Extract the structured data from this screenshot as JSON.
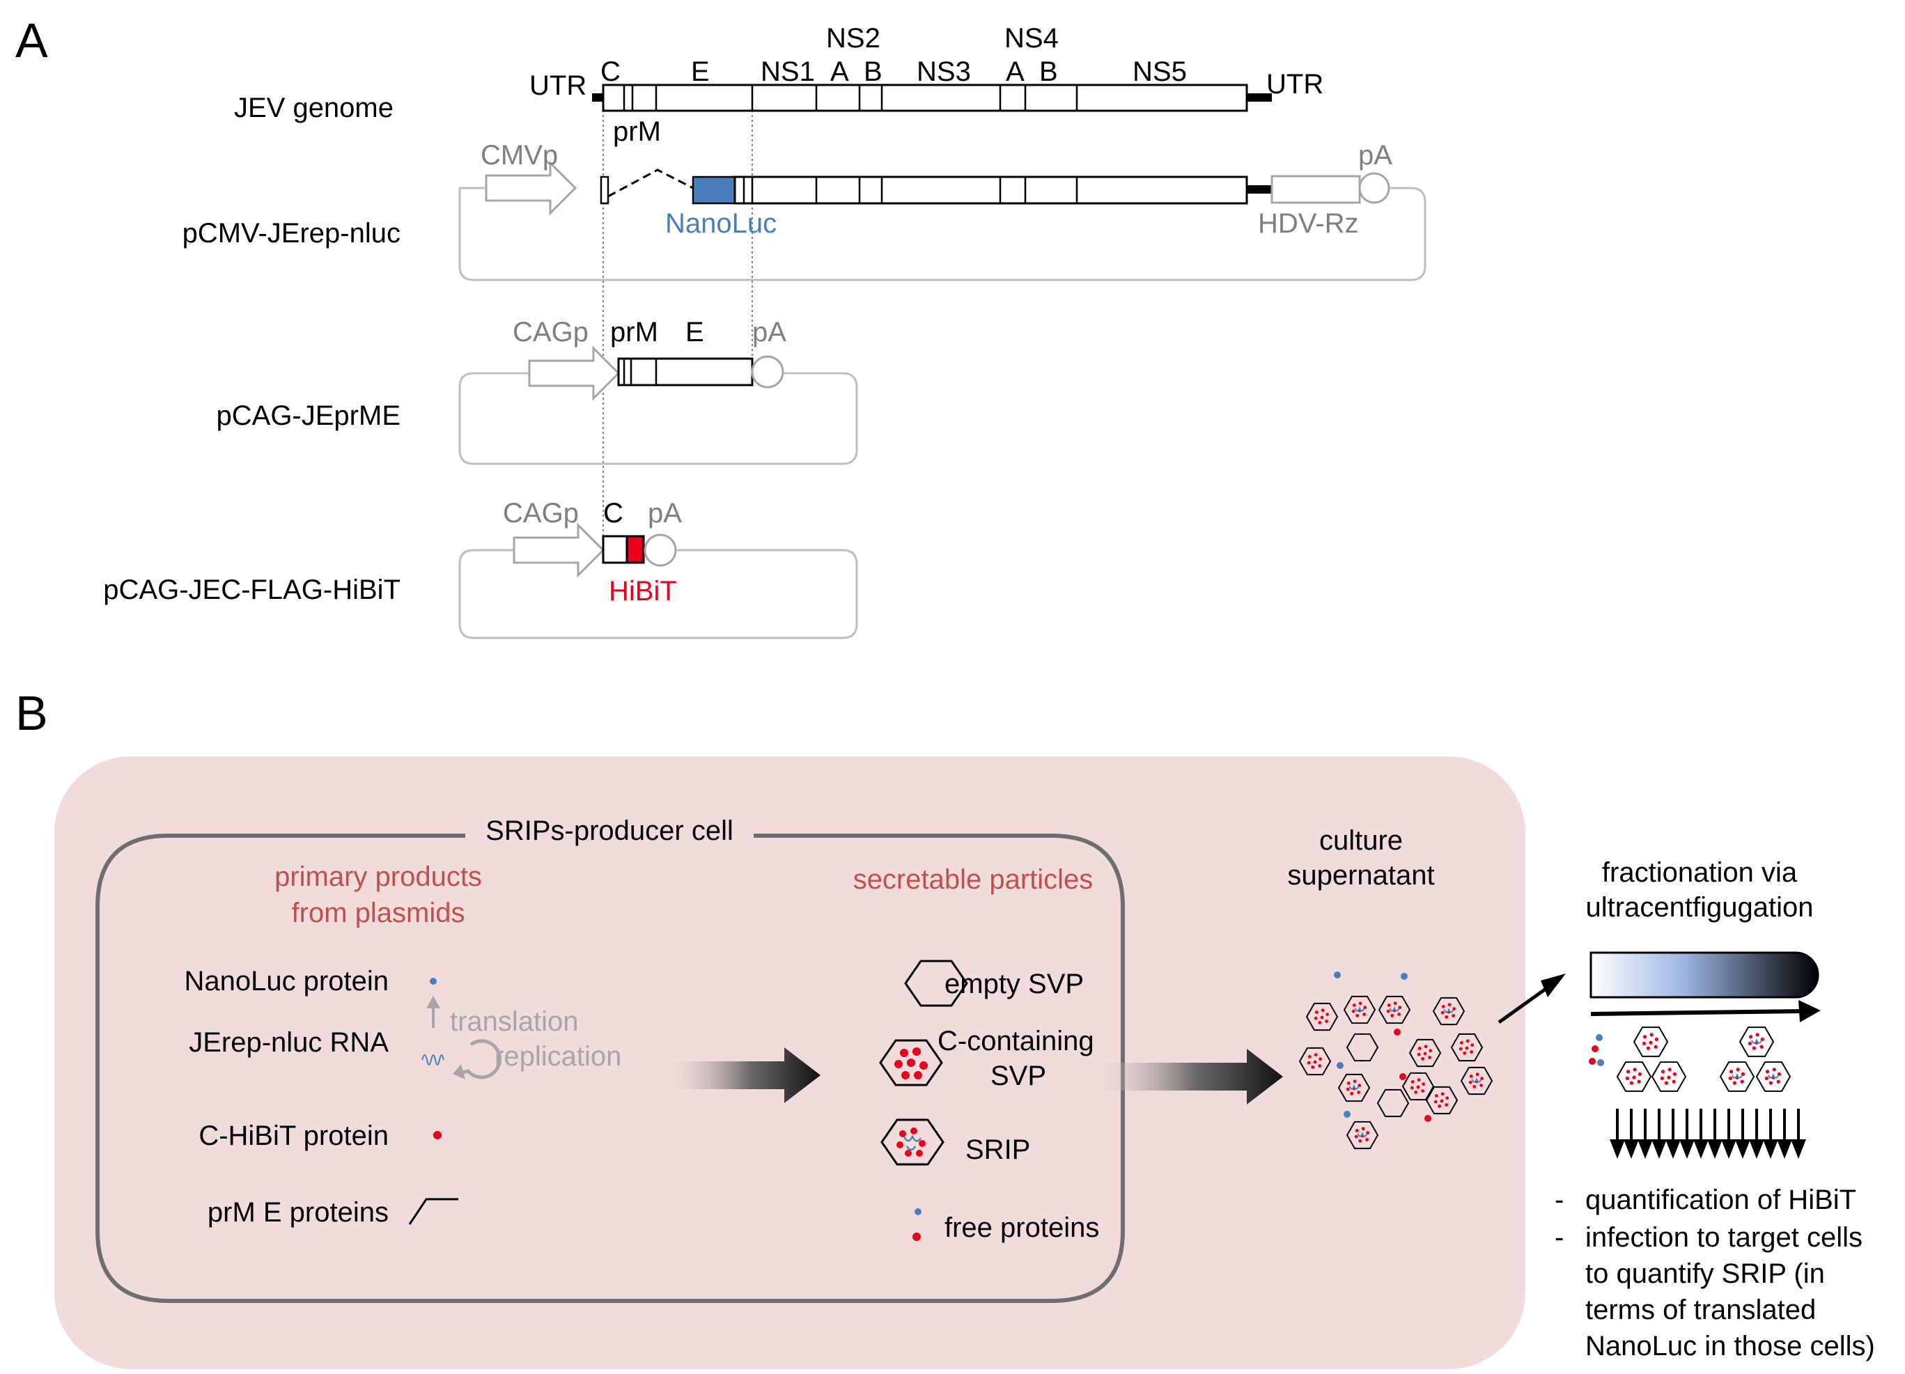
{
  "panel_a": {
    "letter": "A",
    "constructs": {
      "jev_genome": "JEV genome",
      "pcmv": "pCMV-JErep-nluc",
      "pcag_prme": "pCAG-JEprME",
      "pcag_c": "pCAG-JEC-FLAG-HiBiT"
    },
    "genome": {
      "utr5": "UTR",
      "utr3": "UTR",
      "c": "C",
      "prm": "prM",
      "e": "E",
      "ns1": "NS1",
      "ns2_top": "NS2",
      "ns2a": "A",
      "ns2b": "B",
      "ns3": "NS3",
      "ns4_top": "NS4",
      "ns4a": "A",
      "ns4b": "B",
      "ns5": "NS5"
    },
    "pcmv": {
      "promoter": "CMVp",
      "pa": "pA",
      "reporter": "NanoLuc",
      "ribozyme": "HDV-Rz"
    },
    "pcag_prme": {
      "promoter": "CAGp",
      "prm": "prM",
      "e": "E",
      "pa": "pA"
    },
    "pcag_c": {
      "promoter": "CAGp",
      "c": "C",
      "pa": "pA",
      "tag": "HiBiT"
    }
  },
  "panel_b": {
    "letter": "B",
    "cell_title": "SRIPs-producer cell",
    "primary_heading": [
      "primary products",
      "from plasmids"
    ],
    "secretable_heading": "secretable particles",
    "items": {
      "nanoluc_protein": "NanoLuc protein",
      "rna": "JErep-nluc RNA",
      "translation": "translation",
      "replication": "replication",
      "c_hibit": "C-HiBiT protein",
      "prm_e": "prM E proteins"
    },
    "particles": {
      "empty_svp": "empty SVP",
      "c_svp": [
        "C-containing",
        "SVP"
      ],
      "srip": "SRIP",
      "free": "free proteins"
    },
    "supernatant": [
      "culture",
      "supernatant"
    ],
    "fractionation": [
      "fractionation via",
      "ultracentfigugation"
    ],
    "bullets": [
      [
        "quantification of HiBiT"
      ],
      [
        "infection to target cells",
        "to quantify SRIP (in",
        "terms of translated",
        "NanoLuc in those cells)"
      ]
    ],
    "bullet_marker": "-"
  },
  "colors": {
    "nanoluc_blue": "#4a7ebb",
    "hibit_red": "#e8001c",
    "heading_red": "#c0504d",
    "panel_bg": "#f2dcdb",
    "grey": "#7f7f7f",
    "light_grey": "#a6a6a6"
  }
}
